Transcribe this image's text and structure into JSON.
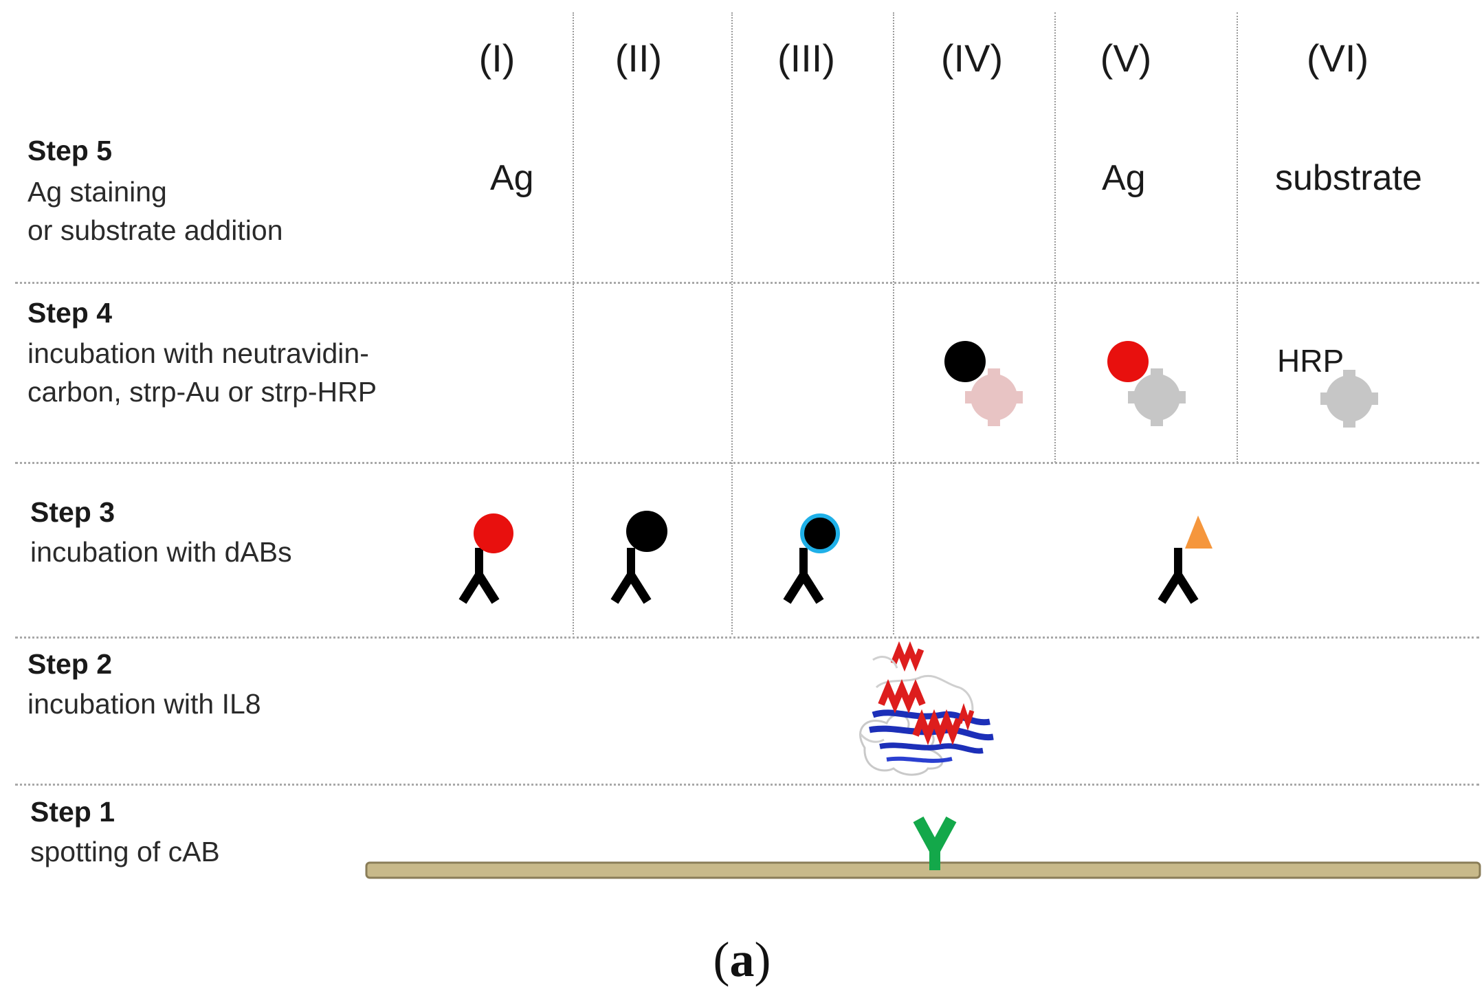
{
  "columns": [
    "(I)",
    "(II)",
    "(III)",
    "(IV)",
    "(V)",
    "(VI)"
  ],
  "steps": {
    "step5": {
      "title": "Step 5",
      "desc_line1": "Ag staining",
      "desc_line2": "or substrate addition"
    },
    "step4": {
      "title": "Step 4",
      "desc_line1": "incubation with neutravidin-",
      "desc_line2": "carbon, strp-Au or strp-HRP"
    },
    "step3": {
      "title": "Step 3",
      "desc_line1": "incubation with dABs"
    },
    "step2": {
      "title": "Step 2",
      "desc_line1": "incubation with IL8"
    },
    "step1": {
      "title": "Step 1",
      "desc_line1": "spotting of cAB"
    }
  },
  "cells": {
    "step5_col1": "Ag",
    "step5_col5": "Ag",
    "step5_col6": "substrate",
    "step4_col6": "HRP"
  },
  "caption": {
    "open": "(",
    "letter": "a",
    "close": ")"
  },
  "colors": {
    "gold": "#e8100e",
    "carbon": "#000000",
    "quantum_dot_ring": "#1fb0e8",
    "biotin_tag": "#f5963c",
    "neutravidin_carbon": "#e8c4c4",
    "streptavidin": "#c4c4c4",
    "capture_antibody": "#13a84a",
    "substrate_strip": "#c8b98a",
    "il8_helix": "#dd1d1d",
    "il8_sheet": "#1c2fb8"
  }
}
